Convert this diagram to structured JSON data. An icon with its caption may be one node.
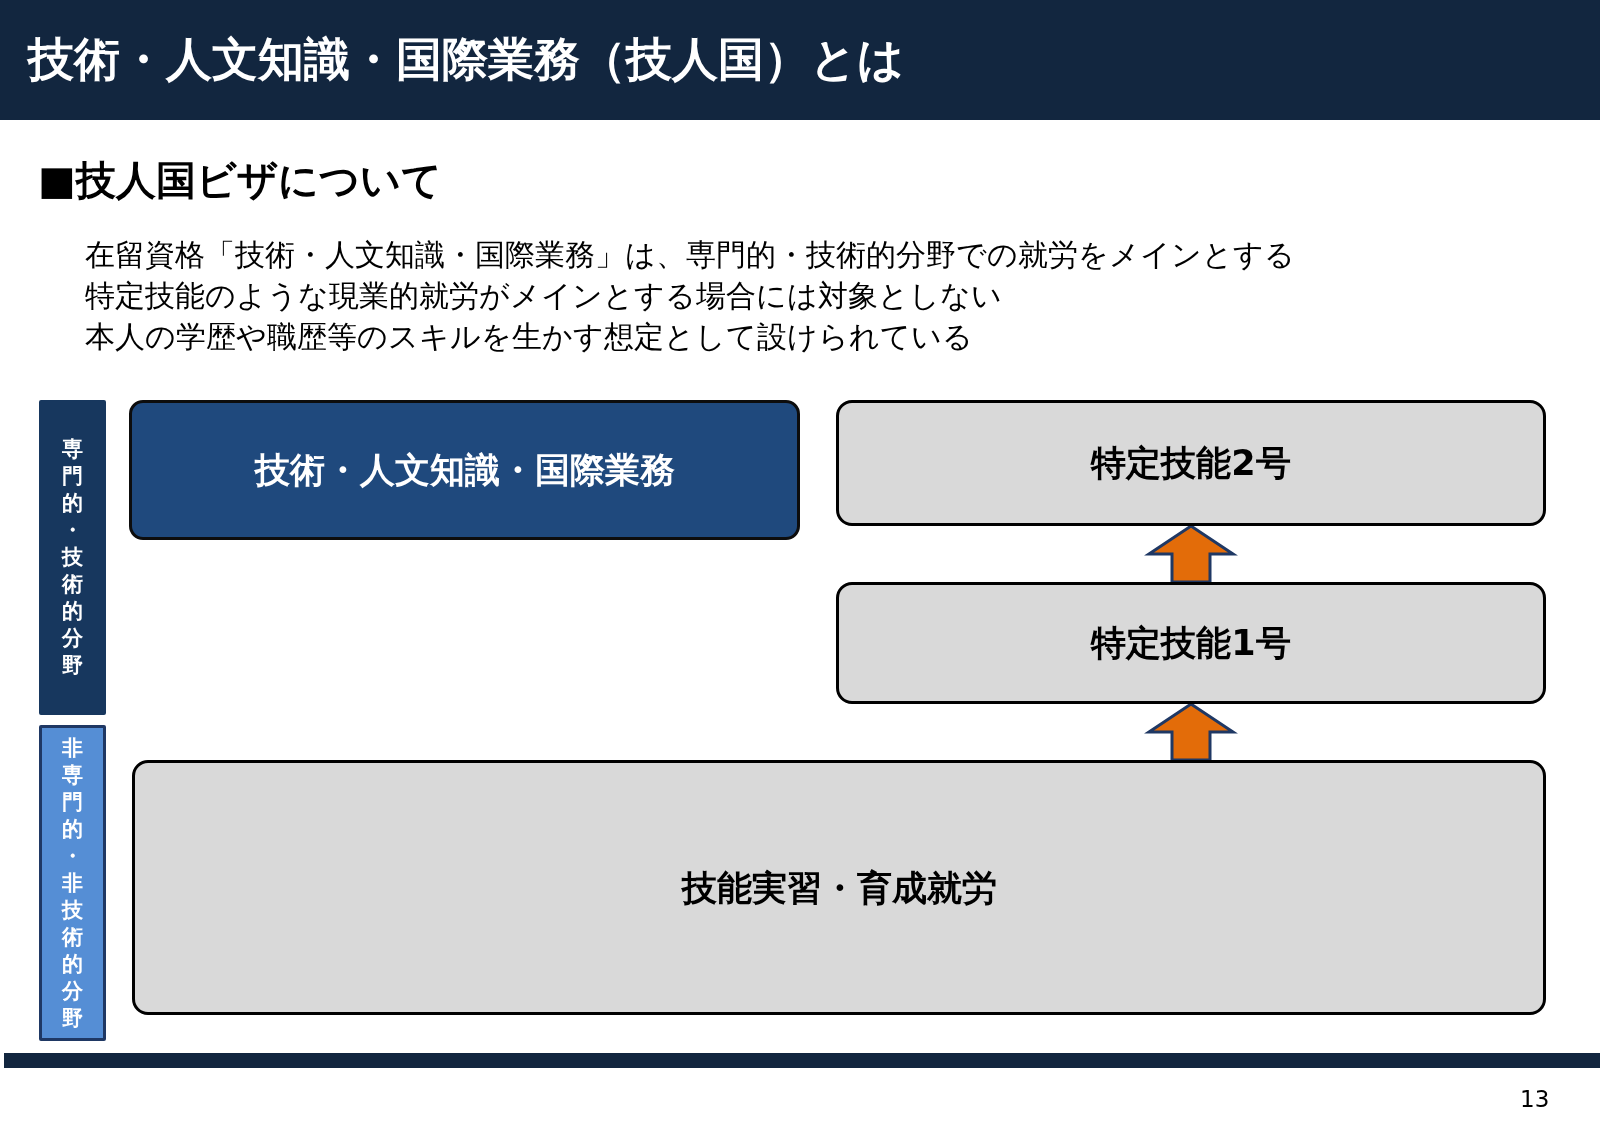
{
  "diagram": {
    "title": "技術・人文知識・国際業務（技人国）とは",
    "nodes": [
      {
        "text": [
          "専門的・技術的分野"
        ]
      },
      {
        "text": [
          "技術・人文知識・国際業務"
        ]
      },
      {
        "text": [
          "特定技能2号"
        ]
      },
      {
        "text": [
          "特定技能1号"
        ]
      },
      {
        "text": [
          "非専門的・非技術的分野"
        ]
      },
      {
        "text": [
          "技能実習・育成就労"
        ]
      }
    ],
    "edges": [
      {
        "from": 5,
        "to": 3,
        "arrow": "to"
      },
      {
        "from": 3,
        "to": 2,
        "arrow": "to"
      }
    ],
    "labels": [
      "■技人国ビザについて",
      "在留資格「技術・人文知識・国際業務」は、専門的・技術的分野での就労をメインとする",
      "特定技能のような現業的就労がメインとする場合には対象としない",
      "本人の学歴や職歴等のスキルを生かす想定として設けられている",
      "13"
    ]
  }
}
